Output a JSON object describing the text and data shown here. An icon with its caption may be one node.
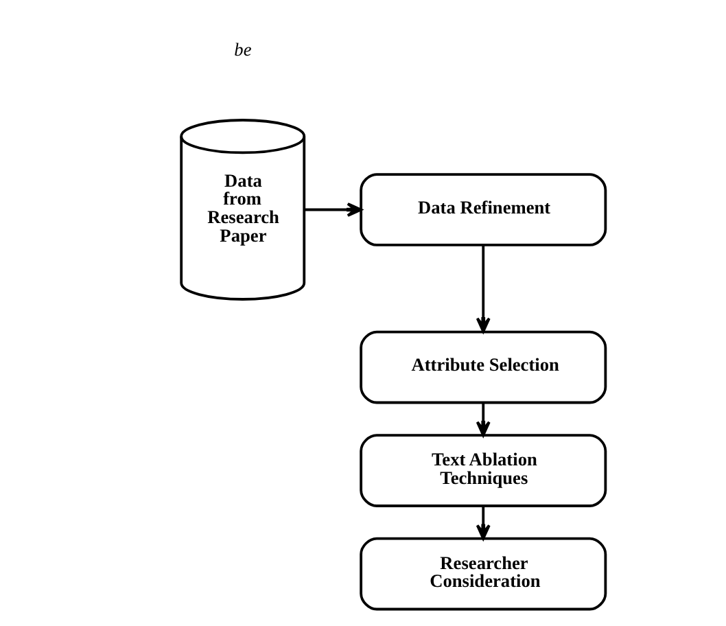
{
  "diagram": {
    "nodes": [
      {
        "text": [
          "Data from Research Paper"
        ]
      },
      {
        "text": [
          "Data Refinement"
        ]
      },
      {
        "text": [
          "Attribute Selection"
        ]
      },
      {
        "text": [
          "Text Ablation Techniques"
        ]
      },
      {
        "text": [
          "Researcher Consideration"
        ]
      }
    ],
    "edges": [
      {
        "from": 0,
        "to": 1,
        "arrow": "to"
      },
      {
        "from": 1,
        "to": 2,
        "arrow": "to"
      },
      {
        "from": 2,
        "to": 3,
        "arrow": "to"
      },
      {
        "from": 3,
        "to": 4,
        "arrow": "to"
      }
    ],
    "labels": [
      "be"
    ]
  }
}
